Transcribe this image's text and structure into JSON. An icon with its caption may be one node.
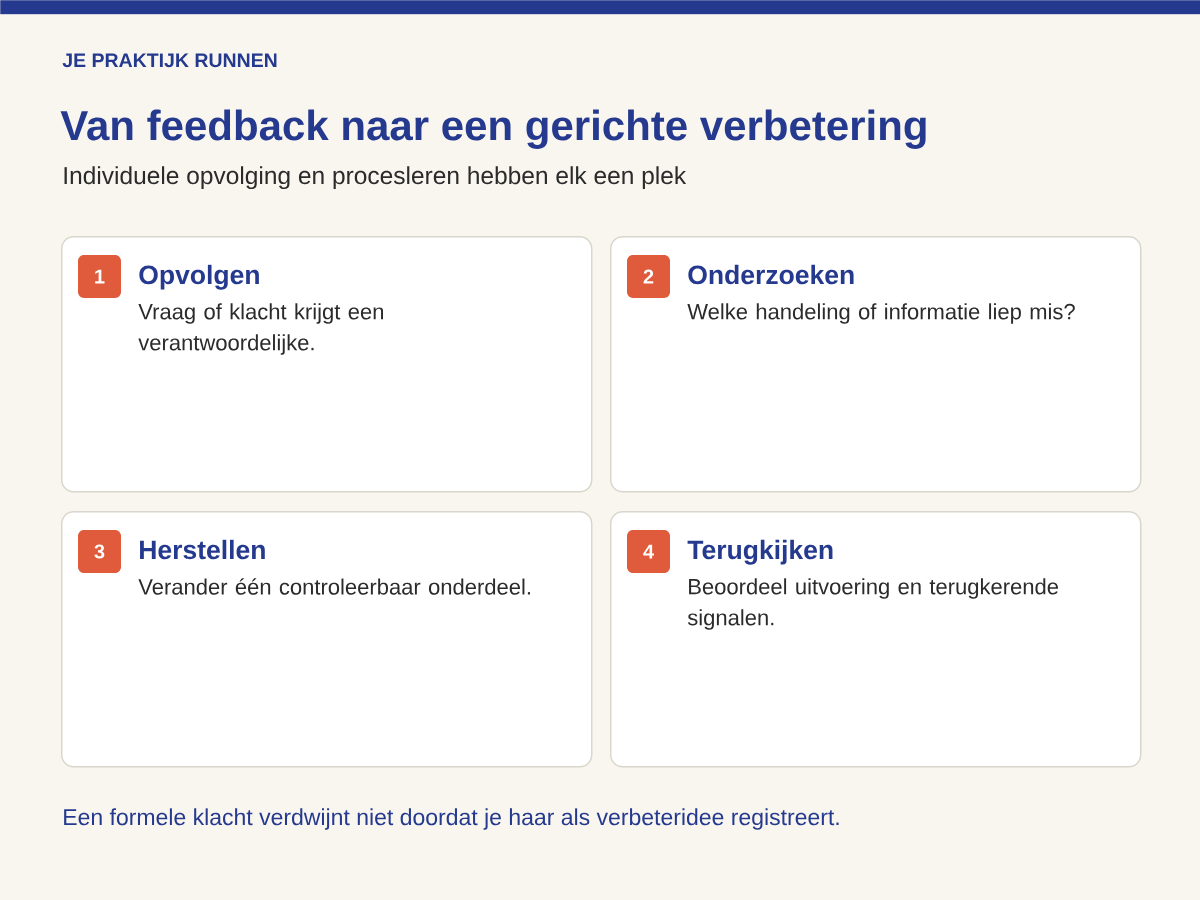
{
  "diagram": {
    "title": "Van feedback naar een gerichte verbetering",
    "nodes": [
      {
        "text": [],
        "shape": "bar"
      },
      {
        "text": [
          "Opvolgen",
          "Vraag of klacht krijgt een verantwoordelijke."
        ]
      },
      {
        "text": [
          "1"
        ],
        "in": 1
      },
      {
        "text": [
          "Onderzoeken",
          "Welke handeling of informatie liep mis?"
        ]
      },
      {
        "text": [
          "2"
        ],
        "in": 3
      },
      {
        "text": [
          "Herstellen",
          "Verander één controleerbaar onderdeel."
        ]
      },
      {
        "text": [
          "3"
        ],
        "in": 5
      },
      {
        "text": [
          "Terugkijken",
          "Beoordeel uitvoering en terugkerende signalen."
        ]
      },
      {
        "text": [
          "4"
        ],
        "in": 7
      }
    ],
    "labels": [
      "JE PRAKTIJK RUNNEN",
      "Individuele opvolging en procesleren hebben elk een plek",
      "Een formele klacht verdwijnt niet doordat je haar als verbeteridee registreert."
    ]
  }
}
